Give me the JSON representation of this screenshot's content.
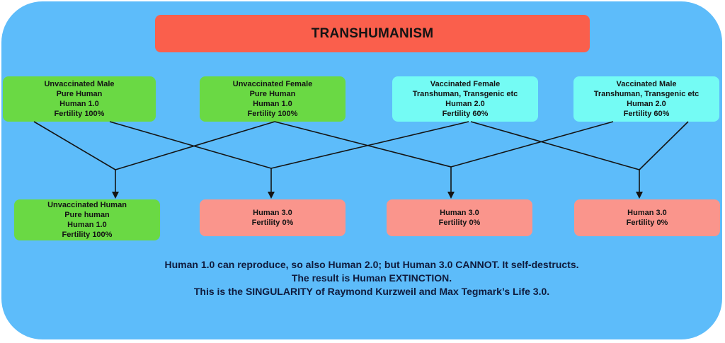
{
  "title": "TRANSHUMANISM",
  "colors": {
    "background_panel": "#5dbcfa",
    "title_bar": "#fa5f4c",
    "unvaccinated": "#6ad944",
    "vaccinated": "#74fbf4",
    "human3": "#fa958c",
    "lines": "#141414",
    "footer_text": "#0f1b3d"
  },
  "parents": [
    {
      "lines": [
        "Unvaccinated Male",
        "Pure Human",
        "Human 1.0",
        "Fertility 100%"
      ],
      "style": "green"
    },
    {
      "lines": [
        "Unvaccinated Female",
        "Pure Human",
        "Human 1.0",
        "Fertility 100%"
      ],
      "style": "green"
    },
    {
      "lines": [
        "Vaccinated Female",
        "Transhuman, Transgenic etc",
        "Human 2.0",
        "Fertility 60%"
      ],
      "style": "cyan"
    },
    {
      "lines": [
        "Vaccinated Male",
        "Transhuman, Transgenic etc",
        "Human 2.0",
        "Fertility 60%"
      ],
      "style": "cyan"
    }
  ],
  "children": [
    {
      "lines": [
        "Unvaccinated Human",
        "Pure human",
        "Human 1.0",
        "Fertility 100%"
      ],
      "style": "green"
    },
    {
      "lines": [
        "Human 3.0",
        "Fertility 0%"
      ],
      "style": "pink"
    },
    {
      "lines": [
        "Human 3.0",
        "Fertility 0%"
      ],
      "style": "pink"
    },
    {
      "lines": [
        "Human 3.0",
        "Fertility 0%"
      ],
      "style": "pink"
    }
  ],
  "footer": [
    "Human 1.0 can reproduce, so also Human 2.0; but Human 3.0 CANNOT. It self-destructs.",
    "The result is Human EXTINCTION.",
    "This is the SINGULARITY of Raymond Kurzweil and Max Tegmark’s Life 3.0."
  ]
}
